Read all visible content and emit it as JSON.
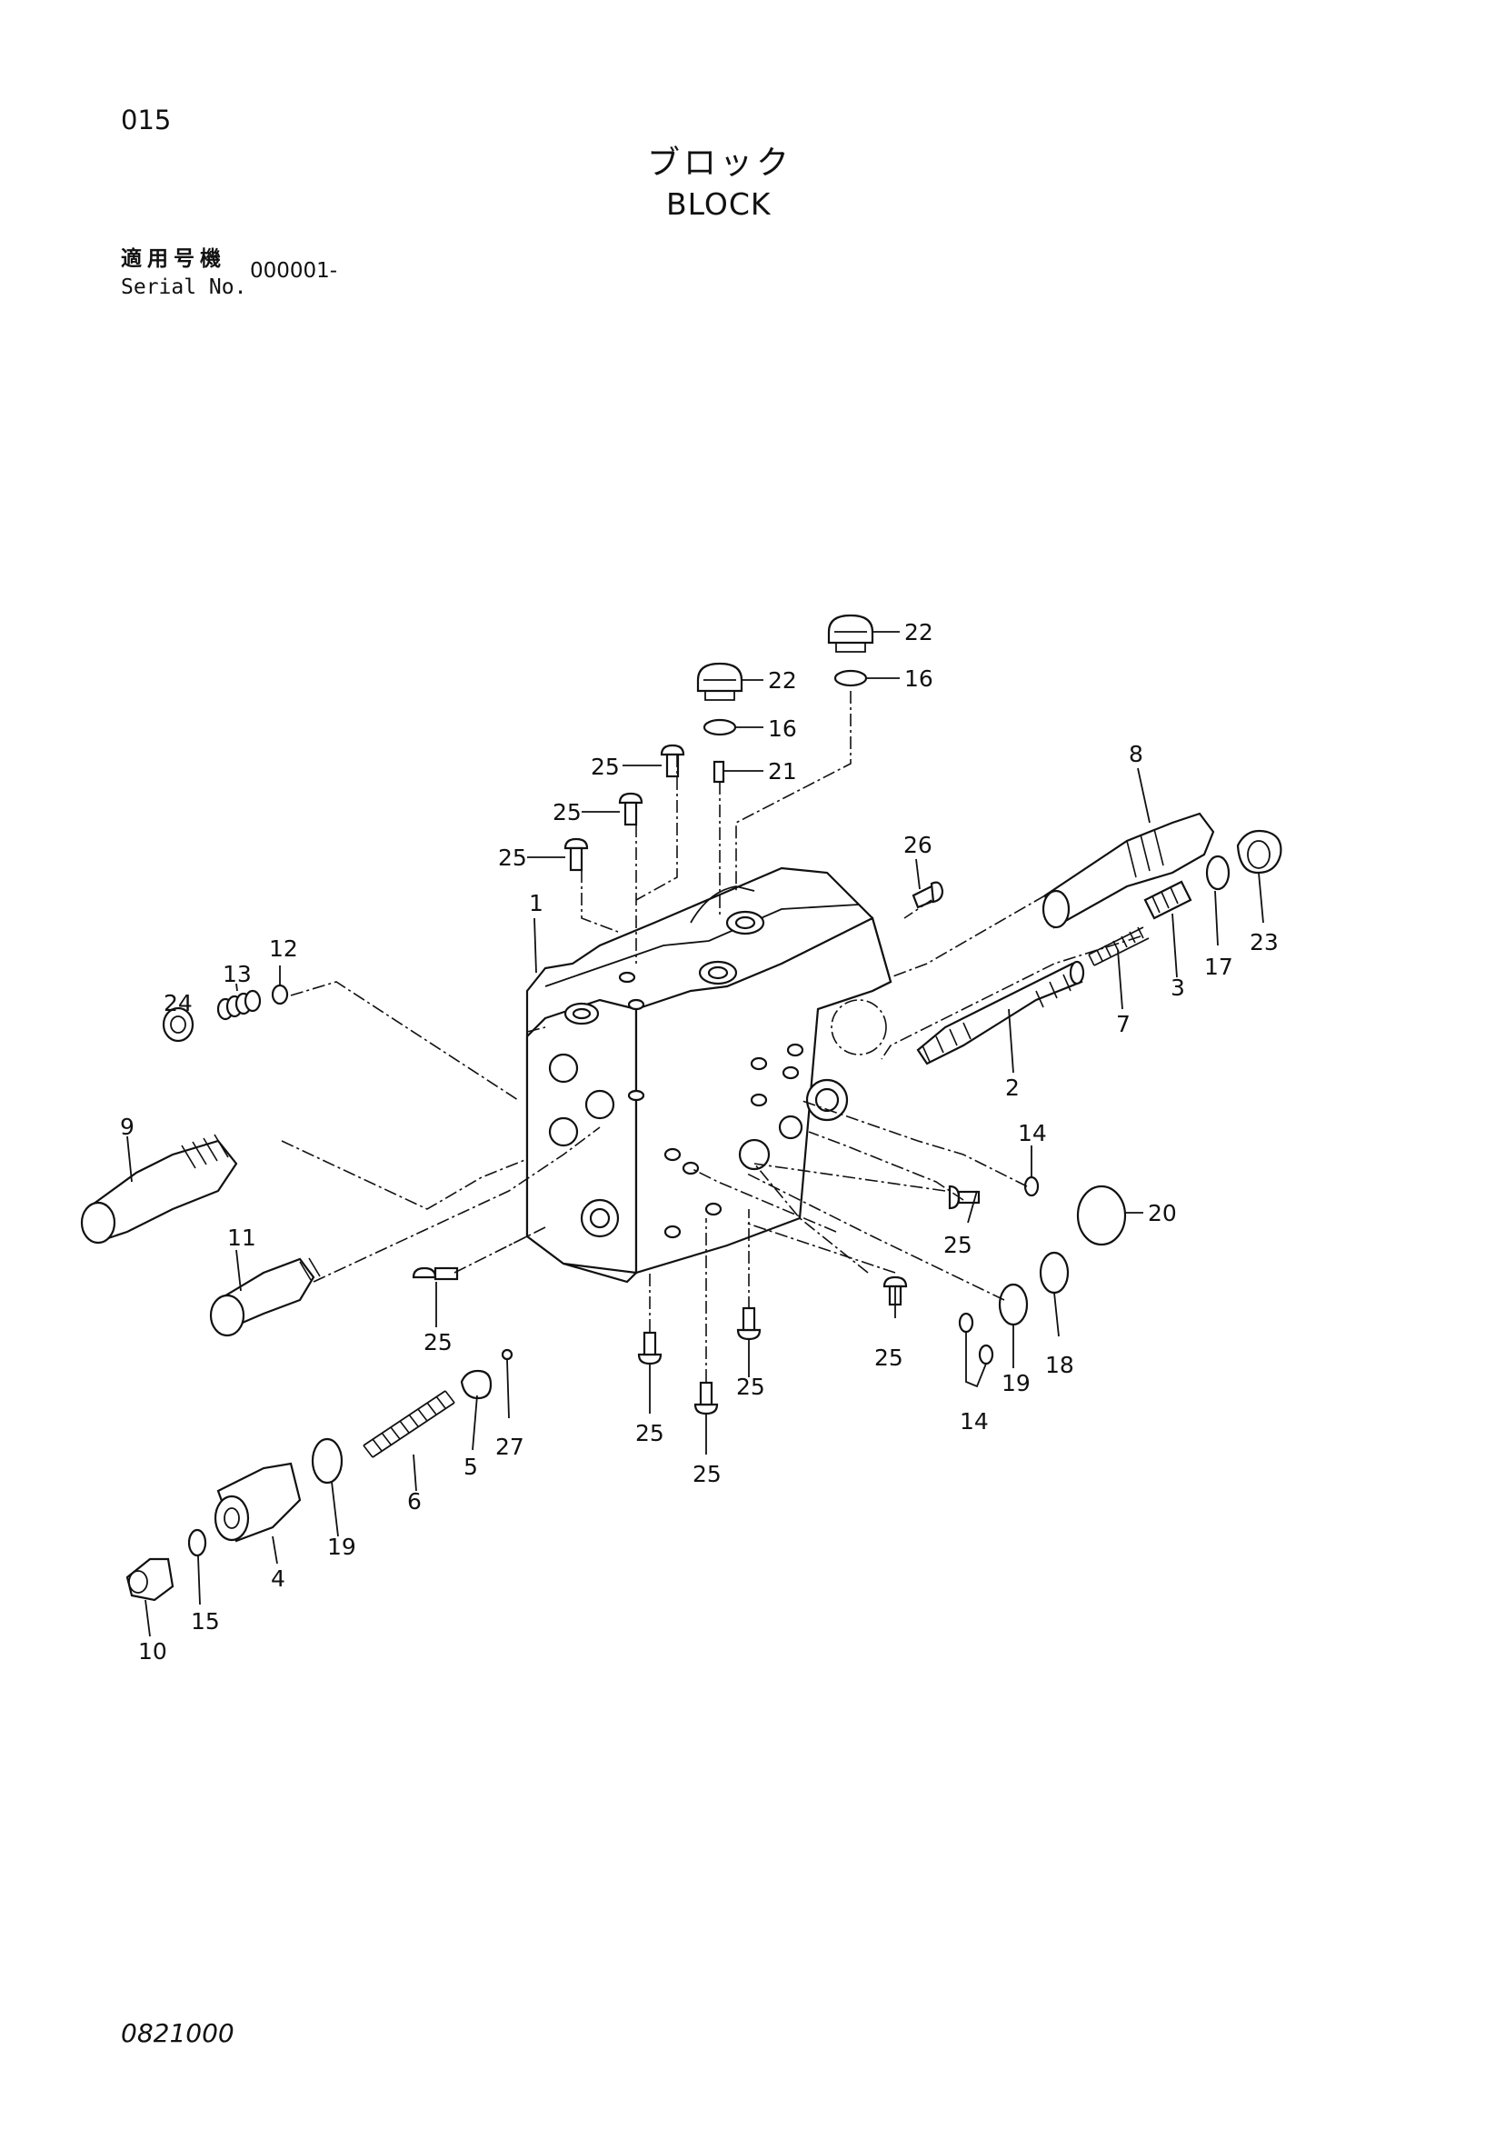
{
  "header": {
    "page_number": "015",
    "title_jp": "ブロック",
    "title_en": "BLOCK",
    "serial_label_jp": "適用号機",
    "serial_label_en": "Serial No.",
    "serial_value": "000001-"
  },
  "footer": {
    "drawing_number": "0821000"
  },
  "callouts": {
    "c1": "1",
    "c2": "2",
    "c3": "3",
    "c4": "4",
    "c5": "5",
    "c6": "6",
    "c7": "7",
    "c8": "8",
    "c9": "9",
    "c10": "10",
    "c11": "11",
    "c12": "12",
    "c13": "13",
    "c14a": "14",
    "c14b": "14",
    "c15": "15",
    "c16a": "16",
    "c16b": "16",
    "c17": "17",
    "c18": "18",
    "c19a": "19",
    "c19b": "19",
    "c20": "20",
    "c21": "21",
    "c22a": "22",
    "c22b": "22",
    "c23": "23",
    "c24": "24",
    "c25a": "25",
    "c25b": "25",
    "c25c": "25",
    "c25d": "25",
    "c25e": "25",
    "c25f": "25",
    "c25g": "25",
    "c25h": "25",
    "c26": "26",
    "c27": "27"
  }
}
